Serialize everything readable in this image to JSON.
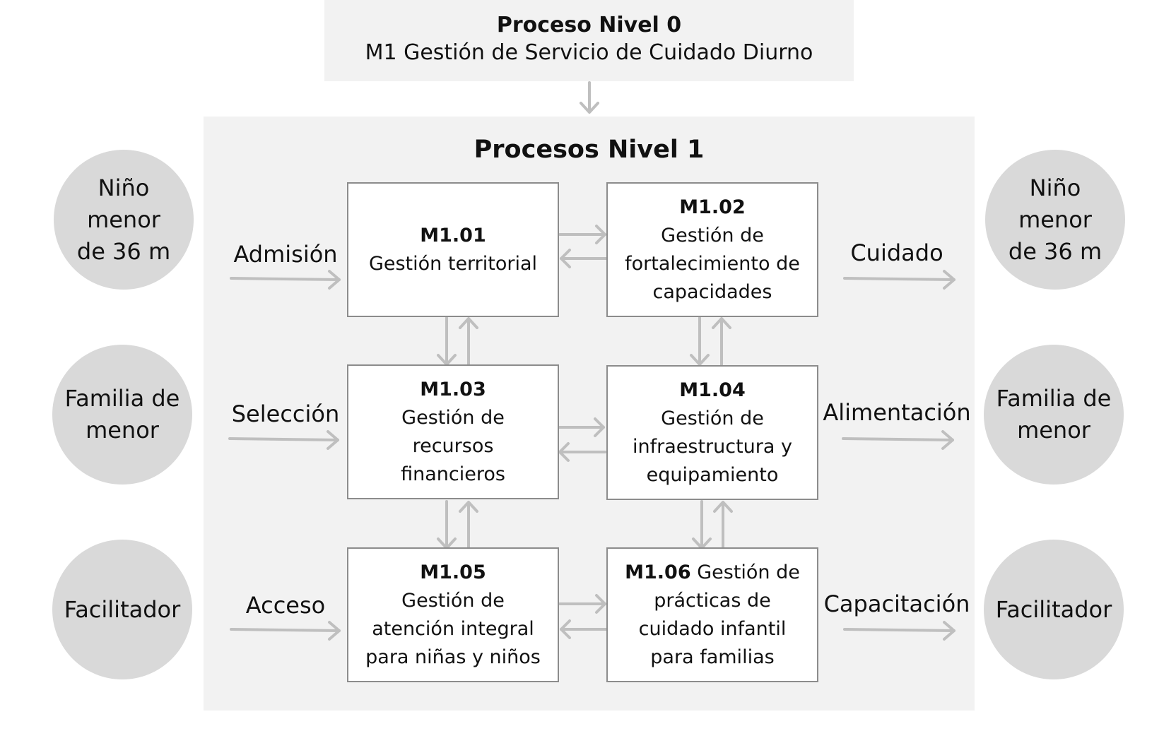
{
  "level0": {
    "title": "Proceso Nivel 0",
    "subtitle": "M1 Gestión de Servicio de Cuidado Diurno"
  },
  "level1": {
    "title": "Procesos Nivel 1",
    "processes": [
      {
        "code": "M1.01",
        "name": "Gestión territorial"
      },
      {
        "code": "M1.02",
        "name": "Gestión de fortalecimiento de capacidades"
      },
      {
        "code": "M1.03",
        "name": "Gestión de recursos financieros"
      },
      {
        "code": "M1.04",
        "name": "Gestión de infraestructura y equipamiento"
      },
      {
        "code": "M1.05",
        "name": "Gestión de atención integral para niñas y niños"
      },
      {
        "code": "M1.06",
        "name": "Gestión de prácticas de cuidado infantil para familias"
      }
    ]
  },
  "inputs": {
    "actors": [
      "Niño menor de 36 m",
      "Familia de menor",
      "Facilitador"
    ],
    "flows": [
      "Admisión",
      "Selección",
      "Acceso"
    ]
  },
  "outputs": {
    "actors": [
      "Niño menor de 36 m",
      "Familia de menor",
      "Facilitador"
    ],
    "flows": [
      "Cuidado",
      "Alimentación",
      "Capacitación"
    ]
  },
  "colors": {
    "panel": "#f2f2f2",
    "circle": "#d9d9d9",
    "arrow": "#bfbfbf",
    "border": "#8c8c8c"
  }
}
